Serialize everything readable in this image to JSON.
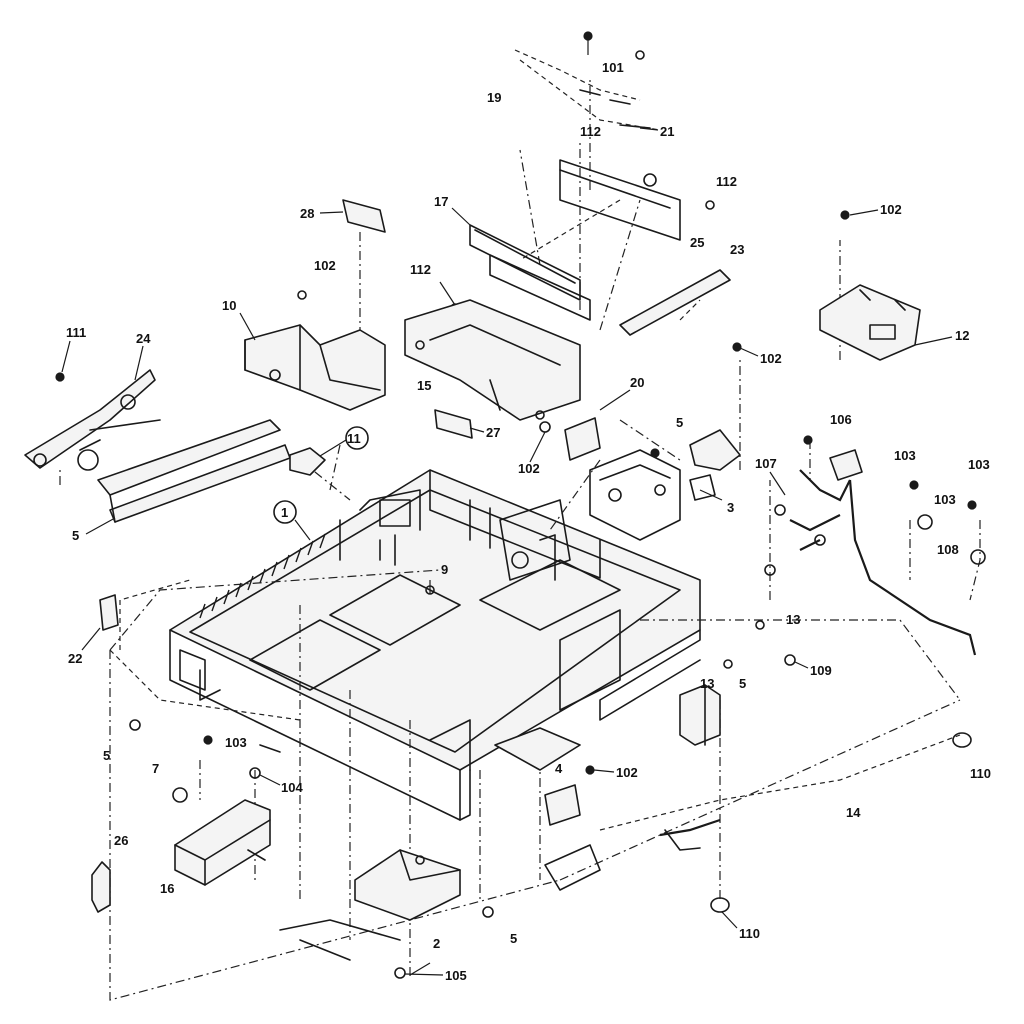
{
  "callouts": {
    "c1": "1",
    "c2": "2",
    "c3": "3",
    "c4": "4",
    "c5a": "5",
    "c5b": "5",
    "c5c": "5",
    "c5d": "5",
    "c5e": "5",
    "c7": "7",
    "c9": "9",
    "c10": "10",
    "c11": "11",
    "c12": "12",
    "c13": "13",
    "c13b": "13",
    "c14": "14",
    "c15": "15",
    "c16": "16",
    "c17": "17",
    "c19": "19",
    "c20": "20",
    "c21": "21",
    "c22": "22",
    "c23": "23",
    "c24": "24",
    "c25": "25",
    "c26": "26",
    "c27": "27",
    "c28": "28",
    "c101": "101",
    "c102a": "102",
    "c102b": "102",
    "c102c": "102",
    "c102d": "102",
    "c102e": "102",
    "c103a": "103",
    "c103b": "103",
    "c103c": "103",
    "c103d": "103",
    "c104": "104",
    "c105": "105",
    "c106": "106",
    "c107": "107",
    "c108": "108",
    "c109": "109",
    "c110a": "110",
    "c110b": "110",
    "c111": "111",
    "c112a": "112",
    "c112b": "112",
    "c112c": "112"
  }
}
